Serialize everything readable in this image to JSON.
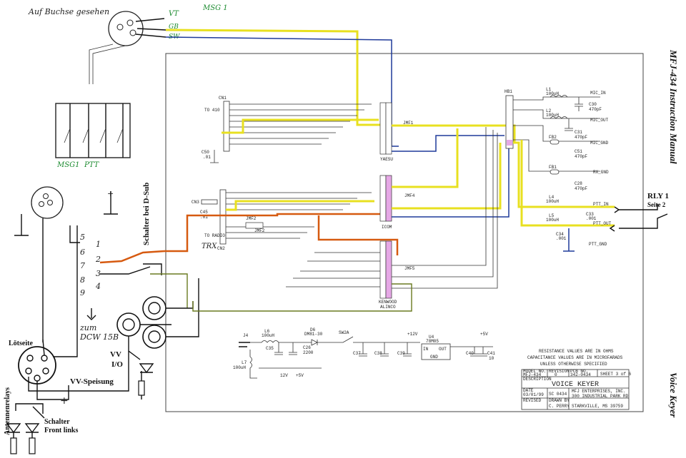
{
  "handwritten": {
    "auf_buchse": "Auf Buchse gesehen",
    "vt": "VT",
    "msg1_top": "MSG 1",
    "gb": "GB",
    "sw": "SW",
    "msg1_bottom": "MSG1",
    "ptt": "PTT",
    "schalter_dsub": "Schalter bei D-Sub",
    "rly1": "RLY 1",
    "seite2": "Seite 2",
    "pin5": "5",
    "pin6": "6",
    "pin7": "7",
    "pin8": "8",
    "pin9": "9",
    "pin1": "1",
    "pin2": "2",
    "pin3": "3",
    "pin4": "4",
    "plus": "+",
    "zum": "zum",
    "dcw": "DCW 15B",
    "loetseite": "Lötseite",
    "vv_io_1": "VV",
    "vv_io_2": "I/O",
    "vv_speisung": "VV-Speisung",
    "antennenrelays": "Antennenrelays",
    "schalter_front_1": "Schalter",
    "schalter_front_2": "Front links"
  },
  "schematic": {
    "to_410": "TO 410",
    "cn1": "CN1",
    "c50": "C50",
    "c50v": ".01",
    "cn3": "CN3",
    "c45": "C45",
    "c45v": ".01",
    "to_radio": "TO RADIO",
    "trx": "TRX",
    "cn2": "CN2",
    "jmf1": "JMF1",
    "jmf2": "JMF2",
    "jmf4": "JMF4",
    "jmf5": "JMF5",
    "yaesu": "YAESU",
    "icom": "ICOM",
    "kenwood": "KENWOOD",
    "alinco": "ALINCO",
    "hb1": "HB1",
    "l1": "L1",
    "l1v": "100uH",
    "c30": "C30",
    "c30v": "470pF",
    "mic_in": "MIC_IN",
    "l2": "L2",
    "l2v": "100uH",
    "c31": "C31",
    "c31v": "470pF",
    "mic_out": "MIC_OUT",
    "fb2": "FB2",
    "c51": "C51",
    "c51v": "470pF",
    "mic_gnd": "MIC_GND",
    "fb1": "FB1",
    "c28": "C28",
    "c28v": "470pF",
    "rx_gnd": "RX_GND",
    "l4": "L4",
    "l4v": "100uH",
    "ptt_in": "PTT_IN",
    "l5": "L5",
    "l5v": "100uH",
    "c33": "C33",
    "c33v": ".001",
    "c34": "C34",
    "c34v": ".001",
    "ptt_out": "PTT_OUT",
    "ptt_gnd": "PTT_GND",
    "j4": "J4",
    "l6": "L6",
    "l6v": "100uH",
    "l7": "L7",
    "l7v": "100uH",
    "c35": "C35",
    "c26": "C26",
    "c26v": "2200",
    "d6": "D6",
    "d6v": "DM81-30",
    "sw2a": "SW2A",
    "plus12": "+12V",
    "u4": "U4",
    "u4v": "78M05",
    "in": "IN",
    "out": "OUT",
    "gnd": "GND",
    "plus5": "+5V",
    "c37": "C37",
    "c38": "C38",
    "c39": "C39",
    "c40": "C40",
    "c41": "C41",
    "c44v": "10",
    "v12": "12V",
    "note1": "RESISTANCE VALUES ARE IN OHMS",
    "note2": "CAPACITANCE VALUES ARE IN MICROFARADS",
    "note3": "UNLESS OTHERWISE SPECIFIED",
    "model_no": "MODEL NO.",
    "model_val": "MFJ-434",
    "rev_no": "REVISION",
    "rev_val": "0",
    "pcb_no": "PCB NO.",
    "pcb_val": "342-0434",
    "sheet": "SHEET 3 of 6",
    "description": "DESCRIPTION",
    "title": "VOICE KEYER",
    "date": "DATE",
    "date_val": "03/01/99",
    "sch_no": "SC 0434",
    "company": "MFJ ENTERPRISES, INC.",
    "addr1": "300 INDUSTRIAL PARK RD",
    "addr2": "STARKVILLE, MS 39759",
    "drawn": "DRAWN BY",
    "drawn_val": "C. PERRY",
    "revised": "REVISED"
  },
  "margin": {
    "manual": "MFJ-434 Instruction Manual",
    "voice_keyer": "Voice Keyer"
  },
  "colors": {
    "yellow": "#e8e020",
    "blue": "#1f3a9a",
    "orange": "#d65a10",
    "green": "#1a8a2e",
    "olive": "#6a7a20"
  }
}
